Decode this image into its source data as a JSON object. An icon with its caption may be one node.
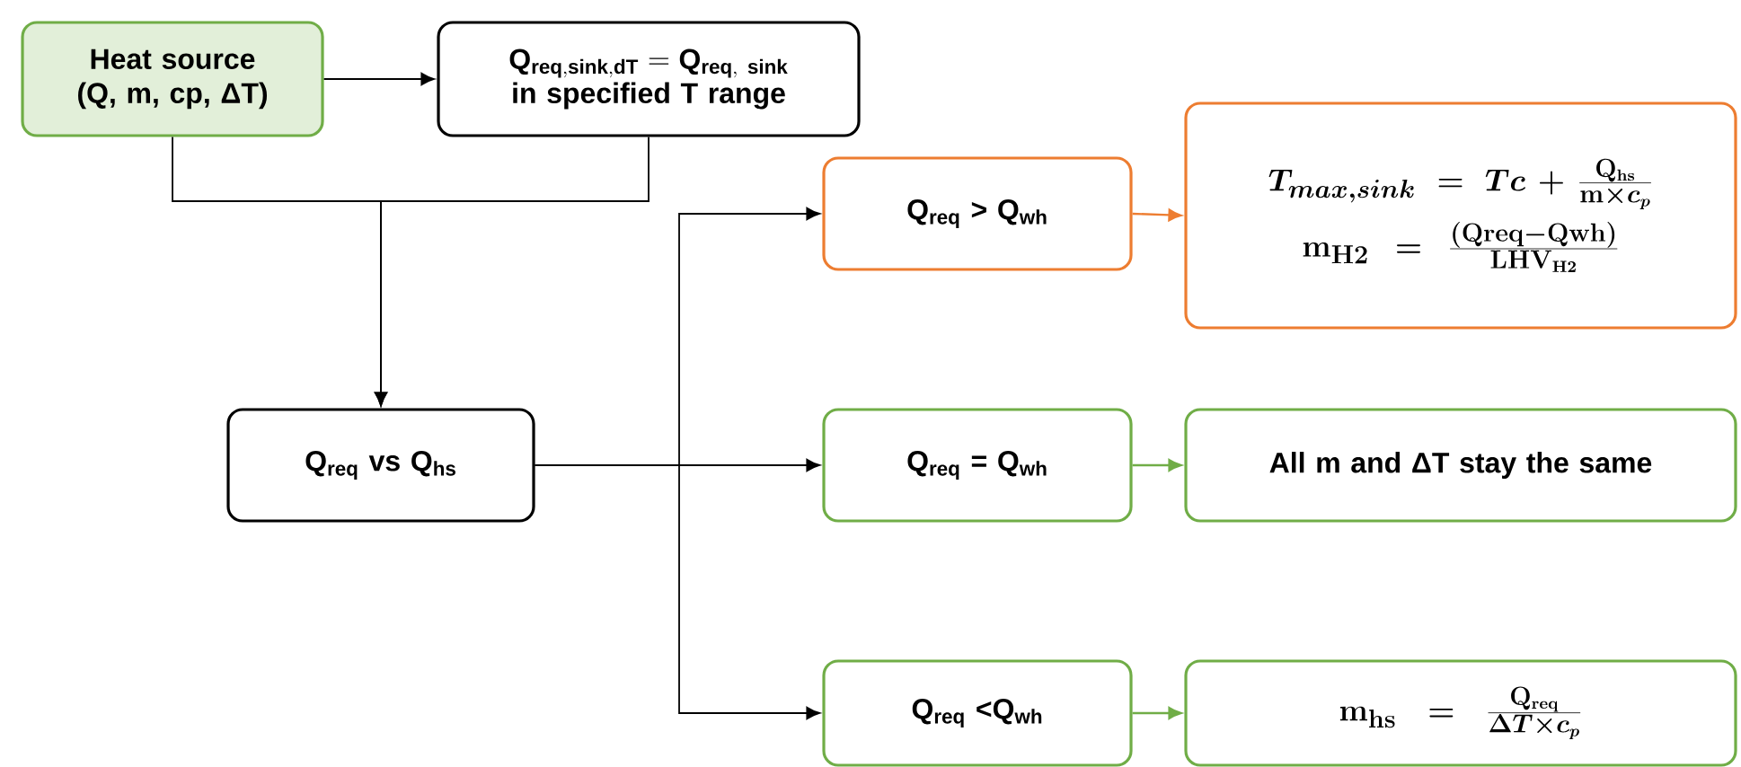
{
  "diagram": {
    "nodes": [
      {
        "text": [
          "Heat source (Q, m, cp, ΔT)"
        ]
      },
      {
        "text": [
          "\\mathsf{Q_{req,sink,dT} = Q_{req,\\ sink}}",
          "in specified T range"
        ]
      },
      {
        "text": [
          "Q$_{req}$ vs Q$_{hs}$"
        ]
      },
      {
        "text": [
          "Q$_{req}$ > Q$_{wh}$"
        ]
      },
      {
        "text": [
          "T_{max, sink} = Tc + \\frac{\\mathbf{Q_{hs}}}{\\mathbf{m} \\times c_p}",
          "\\mathbf{m_{H2}} = \\frac{\\mathbf{(Qreq - Qwh)}}{\\mathbf{LHV_{H2}}}"
        ]
      },
      {
        "text": [
          "Q$_{req}$ = Q$_{wh}$"
        ]
      },
      {
        "text": [
          "All m and ΔT stay the same"
        ]
      },
      {
        "text": [
          "Q$_{req}$ <Q$_{wh}$"
        ]
      },
      {
        "text": [
          "\\mathbf{m_{hs}} = \\frac{\\mathbf{Q_{req}}}{\\Delta T \\times c_p}"
        ]
      }
    ],
    "edges": [
      {
        "from": 0,
        "to": 1,
        "arrow": "to"
      },
      {
        "from": 0,
        "to": 2,
        "arrow": "to"
      },
      {
        "from": 1,
        "to": 2,
        "arrow": "to"
      },
      {
        "from": 2,
        "to": 3,
        "arrow": "to"
      },
      {
        "from": 2,
        "to": 5,
        "arrow": "to"
      },
      {
        "from": 2,
        "to": 7,
        "arrow": "to"
      },
      {
        "from": 3,
        "to": 4,
        "arrow": "to",
        "color": "#ed7d31"
      },
      {
        "from": 5,
        "to": 6,
        "arrow": "to",
        "color": "#70ad47"
      },
      {
        "from": 7,
        "to": 8,
        "arrow": "to",
        "color": "#70ad47"
      }
    ]
  }
}
